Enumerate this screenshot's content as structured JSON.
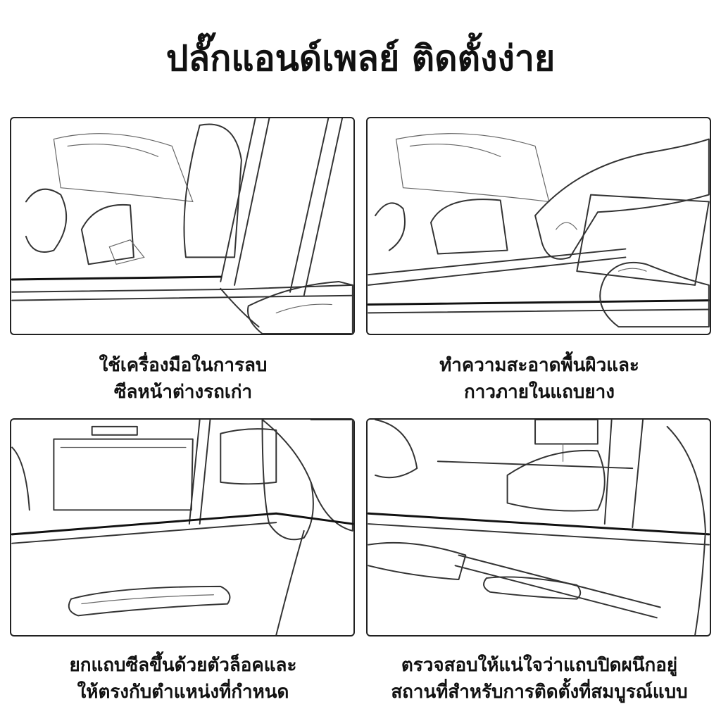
{
  "title": "ปลั๊กแอนด์เพลย์ ติดตั้งง่าย",
  "steps": [
    {
      "line1": "ใช้เครื่องมือในการลบ",
      "line2": "ซีลหน้าต่างรถเก่า"
    },
    {
      "line1": "ทำความสะอาดพื้นผิวและ",
      "line2": "กาวภายในแถบยาง"
    },
    {
      "line1": "ยกแถบซีลขึ้นด้วยตัวล็อคและ",
      "line2": "ให้ตรงกับตำแหน่งที่กำหนด"
    },
    {
      "line1": "ตรวจสอบให้แน่ใจว่าแถบปิดผนึกอยู่",
      "line2": "สถานที่สำหรับการติดตั้งที่สมบูรณ์แบบ"
    }
  ]
}
